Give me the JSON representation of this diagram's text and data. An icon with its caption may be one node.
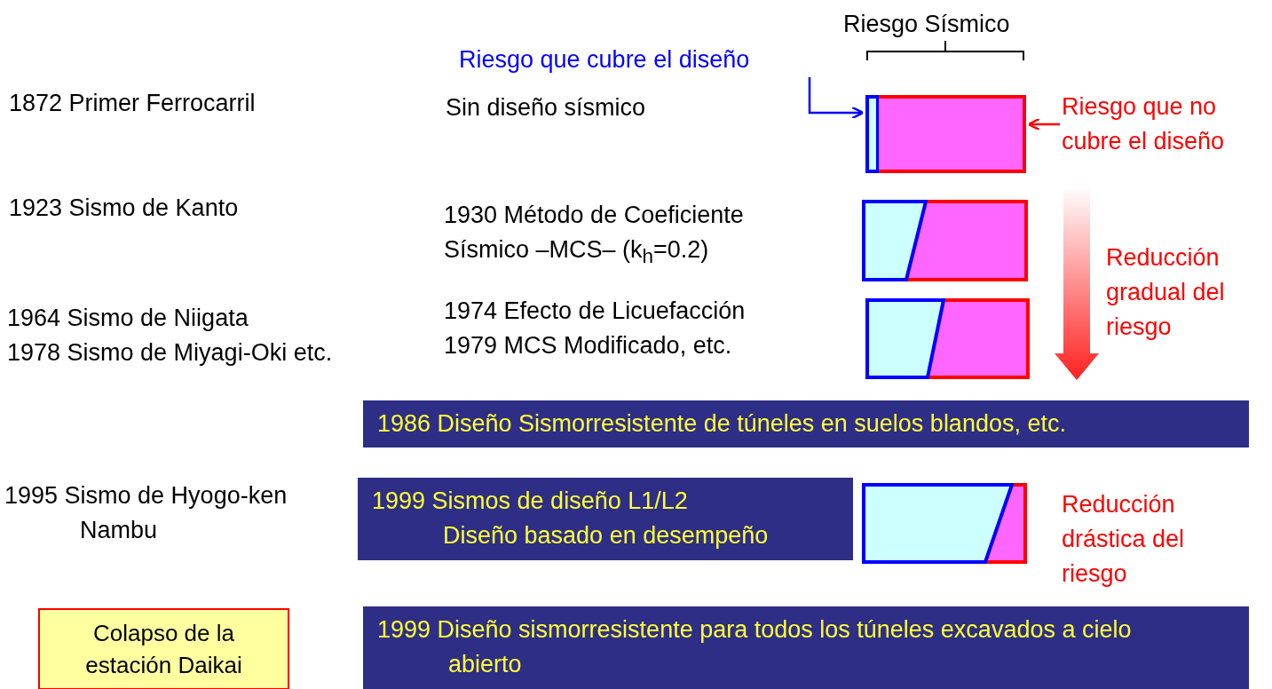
{
  "diagram": {
    "nodes": [
      {
        "text": [
          "Riesgo que cubre el diseño"
        ]
      },
      {
        "text": [],
        "shape": "box"
      },
      {
        "text": [],
        "shape": "box"
      },
      {
        "text": [
          "Riesgo que no cubre el diseño"
        ]
      },
      {
        "text": [
          "1986 Diseño Sismorresistente de túneles en suelos blandos, etc."
        ]
      },
      {
        "text": [
          "1999 Sismos de diseño L1/L2",
          "Diseño basado en desempeño"
        ]
      },
      {
        "text": [
          "Colapso de la estación Daikai"
        ]
      },
      {
        "text": [
          "1999 Diseño sismorresistente para todos los túneles excavados a cielo abierto"
        ]
      }
    ],
    "edges": [
      {
        "from": 0,
        "to": 1,
        "arrow": "to",
        "color": "#0000ff"
      },
      {
        "from": 3,
        "to": 2,
        "arrow": "to",
        "color": "#ff0000"
      }
    ],
    "labels": [
      "Riesgo Sísmico",
      "1872 Primer Ferrocarril",
      "Sin diseño sísmico",
      "1923 Sismo de Kanto",
      "1930 Método de Coeficiente Sísmico –MCS– (k$_{h}$=0.2)",
      "Reducción gradual del riesgo",
      "1964 Sismo de Niigata",
      "1978 Sismo de Miyagi-Oki etc.",
      "1974 Efecto de Licuefacción",
      "1979 MCS Modificado, etc.",
      "1995 Sismo de Hyogo-ken Nambu",
      "Reducción drástica del riesgo"
    ]
  }
}
